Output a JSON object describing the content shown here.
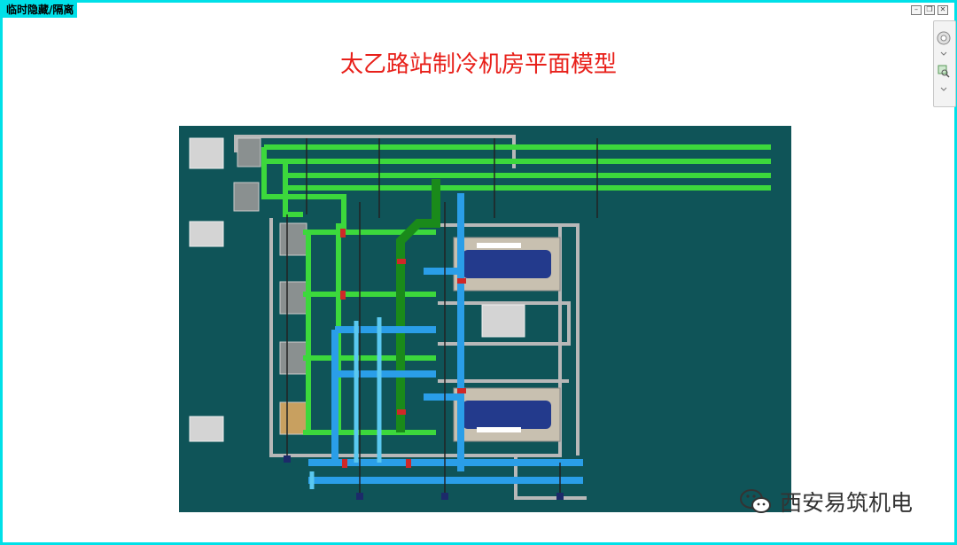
{
  "toolbar": {
    "mode_label": "临时隐藏/隔离"
  },
  "window_controls": [
    "–",
    "❐",
    "✕"
  ],
  "title": "太乙路站制冷机房平面模型",
  "watermark": {
    "text": "西安易筑机电",
    "icon": "wechat-icon"
  },
  "colors": {
    "frame": "#00e0e8",
    "title": "#e8201a",
    "model_background": "#0f5458",
    "room_walls": "#b8b8b8",
    "chilled_water_pipe": "#3cd83c",
    "condenser_water_pipe": "#2a9ee8",
    "main_riser": "#1a8a1a",
    "chiller": "#233a8c",
    "valve": "#d02828"
  }
}
